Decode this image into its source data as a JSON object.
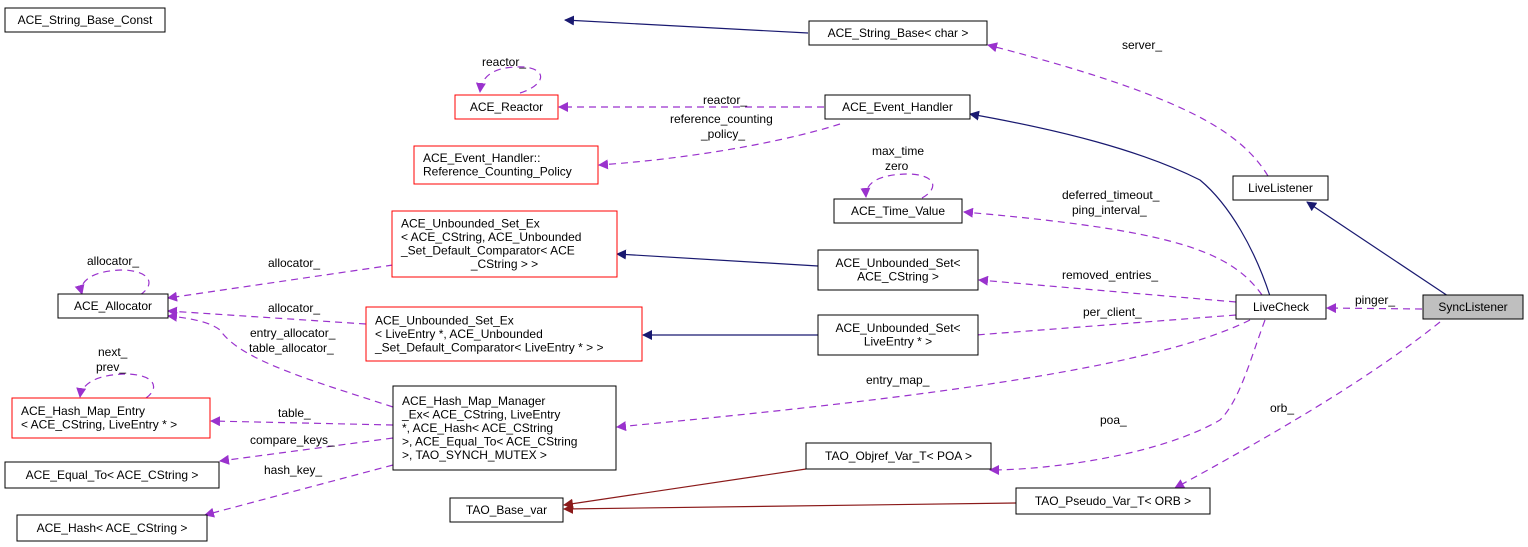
{
  "diagram": {
    "title": "SyncListener collaboration graph",
    "colors": {
      "inheritance_edge": "#191970",
      "member_edge": "#9a32cd",
      "template_edge": "#8b1a1a",
      "incomplete_node_border": "#ff0000",
      "node_border": "#000000",
      "focus_node_fill": "#bfbfbf"
    },
    "nodes": [
      {
        "id": "ace_string_base_const",
        "lines": [
          "ACE_String_Base_Const"
        ],
        "style": "normal"
      },
      {
        "id": "ace_string_base_char",
        "lines": [
          "ACE_String_Base< char >"
        ],
        "style": "normal"
      },
      {
        "id": "ace_reactor",
        "lines": [
          "ACE_Reactor"
        ],
        "style": "red"
      },
      {
        "id": "ace_event_handler",
        "lines": [
          "ACE_Event_Handler"
        ],
        "style": "normal"
      },
      {
        "id": "ace_event_handler_rcp",
        "lines": [
          "ACE_Event_Handler::",
          "Reference_Counting_Policy"
        ],
        "style": "red"
      },
      {
        "id": "ace_time_value",
        "lines": [
          "ACE_Time_Value"
        ],
        "style": "normal"
      },
      {
        "id": "livelistener",
        "lines": [
          "LiveListener"
        ],
        "style": "normal"
      },
      {
        "id": "ace_unbounded_set_ex_cstring",
        "lines": [
          "ACE_Unbounded_Set_Ex",
          "< ACE_CString, ACE_Unbounded",
          "_Set_Default_Comparator< ACE",
          "_CString > >"
        ],
        "style": "red"
      },
      {
        "id": "ace_unbounded_set_cstring",
        "lines": [
          "ACE_Unbounded_Set<",
          "ACE_CString >"
        ],
        "style": "normal"
      },
      {
        "id": "ace_allocator",
        "lines": [
          "ACE_Allocator"
        ],
        "style": "normal"
      },
      {
        "id": "livecheck",
        "lines": [
          "LiveCheck"
        ],
        "style": "normal"
      },
      {
        "id": "synclistener",
        "lines": [
          "SyncListener"
        ],
        "style": "focus"
      },
      {
        "id": "ace_unbounded_set_ex_liveentry",
        "lines": [
          "ACE_Unbounded_Set_Ex",
          "< LiveEntry *, ACE_Unbounded",
          "_Set_Default_Comparator< LiveEntry * > >"
        ],
        "style": "red"
      },
      {
        "id": "ace_unbounded_set_liveentry",
        "lines": [
          "ACE_Unbounded_Set<",
          "LiveEntry * >"
        ],
        "style": "normal"
      },
      {
        "id": "ace_hash_map_entry",
        "lines": [
          "ACE_Hash_Map_Entry",
          "< ACE_CString, LiveEntry * >"
        ],
        "style": "red"
      },
      {
        "id": "ace_hash_map_manager_ex",
        "lines": [
          "ACE_Hash_Map_Manager",
          "_Ex< ACE_CString, LiveEntry",
          "*, ACE_Hash< ACE_CString",
          ">, ACE_Equal_To< ACE_CString",
          ">, TAO_SYNCH_MUTEX >"
        ],
        "style": "normal"
      },
      {
        "id": "ace_equal_to_cstring",
        "lines": [
          "ACE_Equal_To< ACE_CString >"
        ],
        "style": "normal"
      },
      {
        "id": "tao_objref_var_poa",
        "lines": [
          "TAO_Objref_Var_T< POA >"
        ],
        "style": "normal"
      },
      {
        "id": "tao_base_var",
        "lines": [
          "TAO_Base_var"
        ],
        "style": "normal"
      },
      {
        "id": "tao_pseudo_var_orb",
        "lines": [
          "TAO_Pseudo_Var_T< ORB >"
        ],
        "style": "normal"
      },
      {
        "id": "ace_hash_cstring",
        "lines": [
          "ACE_Hash< ACE_CString >"
        ],
        "style": "normal"
      }
    ],
    "edge_labels": {
      "server": "server_",
      "reactor_self": "reactor_",
      "reactor": "reactor_",
      "ref_policy": [
        "reference_counting",
        "_policy_"
      ],
      "time_self": [
        "max_time",
        "zero"
      ],
      "time": [
        "deferred_timeout_",
        "ping_interval_"
      ],
      "allocator_self": "allocator_",
      "allocator_1": "allocator_",
      "allocator_2": "allocator_",
      "allocator_3": [
        "entry_allocator_",
        "table_allocator_"
      ],
      "removed_entries": "removed_entries_",
      "per_client": "per_client_",
      "pinger": "pinger_",
      "entry_map": "entry_map_",
      "next_prev": [
        "next_",
        "prev_"
      ],
      "table": "table_",
      "compare_keys": "compare_keys_",
      "hash_key": "hash_key_",
      "poa": "poa_",
      "orb": "orb_"
    }
  }
}
